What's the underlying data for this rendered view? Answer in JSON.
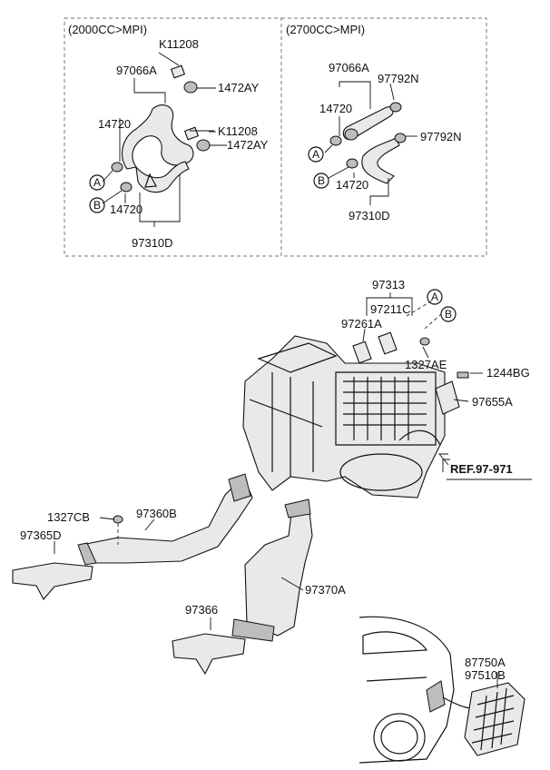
{
  "sections": {
    "left_title": "(2000CC>MPI)",
    "right_title": "(2700CC>MPI)"
  },
  "labels": {
    "k11208_a": "K11208",
    "k11208_b": "K11208",
    "p97066a_l": "97066A",
    "p1472ay_a": "1472AY",
    "p1472ay_b": "1472AY",
    "p14720_l1": "14720",
    "p14720_l2": "14720",
    "p97310d_l": "97310D",
    "p97066a_r": "97066A",
    "p97792n_a": "97792N",
    "p97792n_b": "97792N",
    "p14720_r1": "14720",
    "p14720_r2": "14720",
    "p97310d_r": "97310D",
    "p97313": "97313",
    "p97211c": "97211C",
    "p97261a": "97261A",
    "p1327ae": "1327AE",
    "p1244bg": "1244BG",
    "p97655a": "97655A",
    "ref": "REF.97-971",
    "p1327cb": "1327CB",
    "p97360b": "97360B",
    "p97365d": "97365D",
    "p97370a": "97370A",
    "p97366": "97366",
    "p87750a": "87750A",
    "p97510b": "97510B"
  },
  "callouts": {
    "a": "A",
    "b": "B"
  },
  "icons": [
    "heater-hose-icon",
    "hose-clamp-icon",
    "heater-unit-icon",
    "rear-duct-icon",
    "vehicle-rear-icon",
    "ventilation-grille-icon"
  ]
}
